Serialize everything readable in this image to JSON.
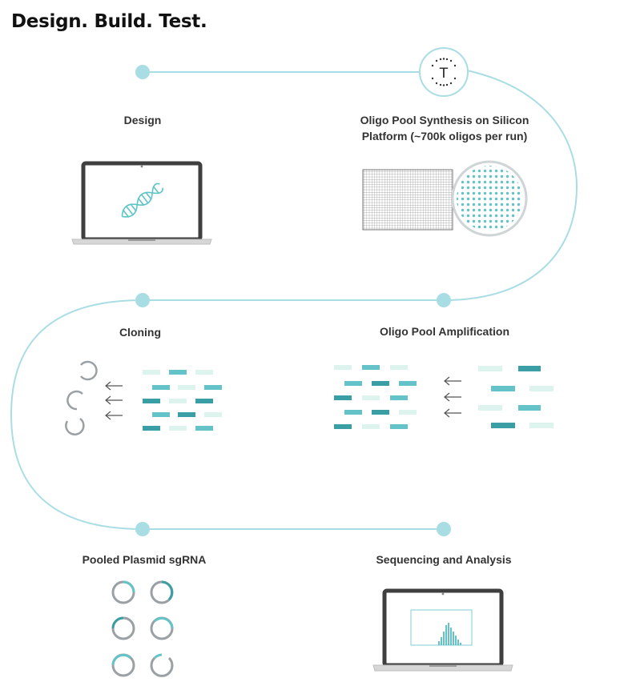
{
  "page": {
    "title": "Design. Build. Test.",
    "logo_letter": "T"
  },
  "colors": {
    "path": "#a9dde4",
    "node": "#a9dde4",
    "teal_dark": "#3a9ea5",
    "teal_mid": "#64c3c8",
    "teal_light": "#dcf3ee",
    "laptop": "#3f3f3f",
    "ring_gray": "#9aa0a4"
  },
  "steps": [
    {
      "id": "design",
      "label": "Design",
      "icon": "laptop-dna-icon"
    },
    {
      "id": "synthesis",
      "label": "Oligo Pool Synthesis on Silicon Platform (~700k oligos per run)",
      "line1": "Oligo Pool Synthesis on Silicon",
      "line2": "Platform (~700k oligos per run)",
      "icon": "silicon-chip-icon"
    },
    {
      "id": "amplification",
      "label": "Oligo Pool Amplification",
      "icon": "amplification-icon"
    },
    {
      "id": "cloning",
      "label": "Cloning",
      "icon": "cloning-icon"
    },
    {
      "id": "plasmid",
      "label": "Pooled Plasmid sgRNA",
      "icon": "plasmid-rings-icon"
    },
    {
      "id": "sequencing",
      "label": "Sequencing and Analysis",
      "icon": "laptop-histogram-icon"
    }
  ]
}
